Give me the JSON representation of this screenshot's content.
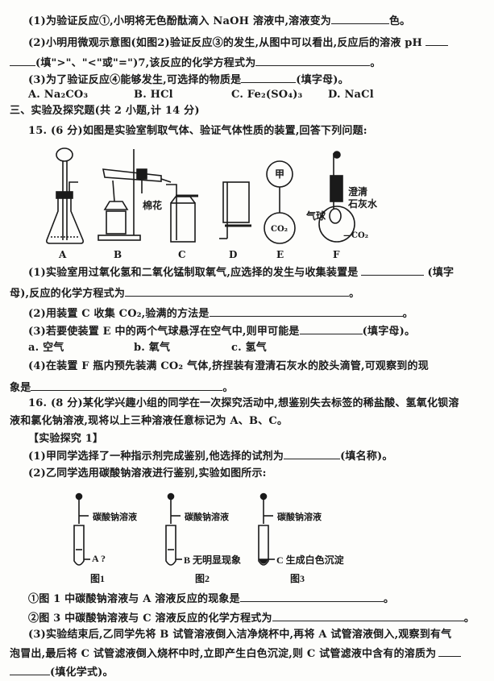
{
  "q14": {
    "p1_a": "(1)为验证反应①,小明将无色酚酞滴入 NaOH 溶液中,溶液变为",
    "p1_b": "色。",
    "p2_a": "(2)小明用微观示意图(如图2)验证反应③的发生,从图中可以看出,反应后的溶液 pH",
    "p2_b": "(填\">\"、\"<\"或\"=\")7,该反应的化学方程式为",
    "p2_c": "。",
    "p3_a": "(3)为了验证反应④能够发生,可选择的物质是",
    "p3_b": "(填字母)。",
    "options": [
      "A. Na₂CO₃",
      "B. HCl",
      "C. Fe₂(SO₄)₃",
      "D. NaCl"
    ]
  },
  "section3": "三、实验及探究题(共 2 小题,计 14 分)",
  "q15": {
    "stem": "15. (6 分)如图是实验室制取气体、验证气体性质的装置,回答下列问题:",
    "fig_labels": [
      "A",
      "B",
      "C",
      "D",
      "E",
      "F"
    ],
    "fig_text": {
      "cotton": "棉花",
      "jia": "甲",
      "co2": "CO₂",
      "limewater_1": "澄清",
      "limewater_2": "石灰水",
      "balloon": "气球",
      "co2_f": "—CO₂"
    },
    "p1_a": "(1)实验室用过氧化氢和二氧化锰制取氧气,应选择的发生与收集装置是",
    "p1_b": "(填字",
    "p1_c": "母),反应的化学方程式为",
    "p1_d": "。",
    "p2_a": "(2)用装置 C 收集 CO₂,验满的方法是",
    "p2_b": "。",
    "p3_a": "(3)若要使装置 E 中的两个气球悬浮在空气中,则甲可能是",
    "p3_b": "(填字母)。",
    "options": [
      "a. 空气",
      "b. 氧气",
      "c. 氢气"
    ],
    "p4_a": "(4)在装置 F 瓶内预先装满 CO₂ 气体,挤捏装有澄清石灰水的胶头滴管,可观察到的现",
    "p4_b": "象是",
    "p4_c": "。"
  },
  "q16": {
    "stem_1": "16. (8 分)某化学兴趣小组的同学在一次探究活动中,想鉴别失去标签的稀盐酸、氢氧化钡溶",
    "stem_2": "液和氯化钠溶液,现将以上三种溶液任意标记为 A、B、C。",
    "heading": "【实验探究 1】",
    "p1_a": "(1)甲同学选择了一种指示剂完成鉴别,他选择的试剂为",
    "p1_b": "(填名称)。",
    "p2": "(2)乙同学选用碳酸钠溶液进行鉴别,实验如图所示:",
    "tubes": [
      {
        "reagent": "碳酸钠溶液",
        "label": "A ?",
        "fig": "图1"
      },
      {
        "reagent": "碳酸钠溶液",
        "label": "B 无明显现象",
        "fig": "图2"
      },
      {
        "reagent": "碳酸钠溶液",
        "label": "C 生成白色沉淀",
        "fig": "图3"
      }
    ],
    "s1_a": "①图 1 中碳酸钠溶液与 A 溶液反应的现象是",
    "s1_b": "。",
    "s2_a": "②图 3 中碳酸钠溶液与 C 溶液反应的化学方程式为",
    "s2_b": "。",
    "p3_a": "(3)实验结束后,乙同学先将 B 试管溶液倒入洁净烧杯中,再将 A 试管溶液倒入,观察到有气",
    "p3_b": "泡冒出,最后将 C 试管滤液倒入烧杯中时,立即产生白色沉淀,则 C 试管滤液中含有的溶质为",
    "p3_c": "(填化学式)。"
  }
}
